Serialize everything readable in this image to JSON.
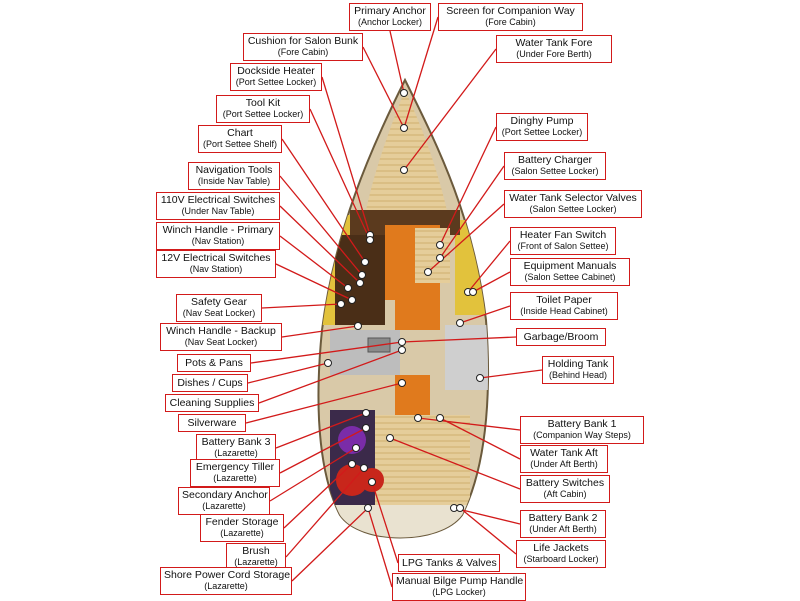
{
  "title": "Sailboat Storage Location Diagram",
  "labels": [
    {
      "id": "primary-anchor",
      "title": "Primary Anchor",
      "sub": "(Anchor Locker)"
    },
    {
      "id": "screen-companion",
      "title": "Screen for Companion Way",
      "sub": "(Fore Cabin)"
    },
    {
      "id": "cushion-salon",
      "title": "Cushion for Salon Bunk",
      "sub": "(Fore Cabin)"
    },
    {
      "id": "water-tank-fore",
      "title": "Water Tank Fore",
      "sub": "(Under Fore Berth)"
    },
    {
      "id": "dockside-heater",
      "title": "Dockside Heater",
      "sub": "(Port Settee Locker)"
    },
    {
      "id": "tool-kit",
      "title": "Tool Kit",
      "sub": "(Port Settee Locker)"
    },
    {
      "id": "dinghy-pump",
      "title": "Dinghy Pump",
      "sub": "(Port Settee Locker)"
    },
    {
      "id": "chart",
      "title": "Chart",
      "sub": "(Port Settee Shelf)"
    },
    {
      "id": "battery-charger",
      "title": "Battery Charger",
      "sub": "(Salon Settee Locker)"
    },
    {
      "id": "navigation-tools",
      "title": "Navigation Tools",
      "sub": "(Inside Nav Table)"
    },
    {
      "id": "110v-switches",
      "title": "110V Electrical Switches",
      "sub": "(Under Nav Table)"
    },
    {
      "id": "water-tank-selector",
      "title": "Water Tank Selector Valves",
      "sub": "(Salon Settee Locker)"
    },
    {
      "id": "winch-primary",
      "title": "Winch Handle - Primary",
      "sub": "(Nav Station)"
    },
    {
      "id": "heater-fan",
      "title": "Heater Fan Switch",
      "sub": "(Front of Salon Settee)"
    },
    {
      "id": "12v-switches",
      "title": "12V Electrical Switches",
      "sub": "(Nav Station)"
    },
    {
      "id": "equipment-manuals",
      "title": "Equipment Manuals",
      "sub": "(Salon Settee Cabinet)"
    },
    {
      "id": "safety-gear",
      "title": "Safety Gear",
      "sub": "(Nav Seat Locker)"
    },
    {
      "id": "toilet-paper",
      "title": "Toilet Paper",
      "sub": "(Inside Head Cabinet)"
    },
    {
      "id": "winch-backup",
      "title": "Winch Handle - Backup",
      "sub": "(Nav Seat Locker)"
    },
    {
      "id": "garbage-broom",
      "title": "Garbage/Broom",
      "sub": ""
    },
    {
      "id": "pots-pans",
      "title": "Pots & Pans",
      "sub": ""
    },
    {
      "id": "holding-tank",
      "title": "Holding Tank",
      "sub": "(Behind Head)"
    },
    {
      "id": "dishes-cups",
      "title": "Dishes / Cups",
      "sub": ""
    },
    {
      "id": "cleaning-supplies",
      "title": "Cleaning Supplies",
      "sub": ""
    },
    {
      "id": "silverware",
      "title": "Silverware",
      "sub": ""
    },
    {
      "id": "battery-bank-1",
      "title": "Battery Bank 1",
      "sub": "(Companion Way Steps)"
    },
    {
      "id": "battery-bank-3",
      "title": "Battery Bank 3",
      "sub": "(Lazarette)"
    },
    {
      "id": "water-tank-aft",
      "title": "Water Tank Aft",
      "sub": "(Under Aft Berth)"
    },
    {
      "id": "emergency-tiller",
      "title": "Emergency Tiller",
      "sub": "(Lazarette)"
    },
    {
      "id": "battery-switches",
      "title": "Battery Switches",
      "sub": "(Aft Cabin)"
    },
    {
      "id": "secondary-anchor",
      "title": "Secondary Anchor",
      "sub": "(Lazarette)"
    },
    {
      "id": "battery-bank-2",
      "title": "Battery Bank 2",
      "sub": "(Under Aft Berth)"
    },
    {
      "id": "fender-storage",
      "title": "Fender Storage",
      "sub": "(Lazarette)"
    },
    {
      "id": "life-jackets",
      "title": "Life Jackets",
      "sub": "(Starboard Locker)"
    },
    {
      "id": "brush",
      "title": "Brush",
      "sub": "(Lazarette)"
    },
    {
      "id": "lpg-tanks",
      "title": "LPG Tanks & Valves",
      "sub": ""
    },
    {
      "id": "shore-power",
      "title": "Shore Power Cord Storage",
      "sub": "(Lazarette)"
    },
    {
      "id": "bilge-pump",
      "title": "Manual Bilge Pump Handle",
      "sub": "(LPG Locker)"
    }
  ]
}
